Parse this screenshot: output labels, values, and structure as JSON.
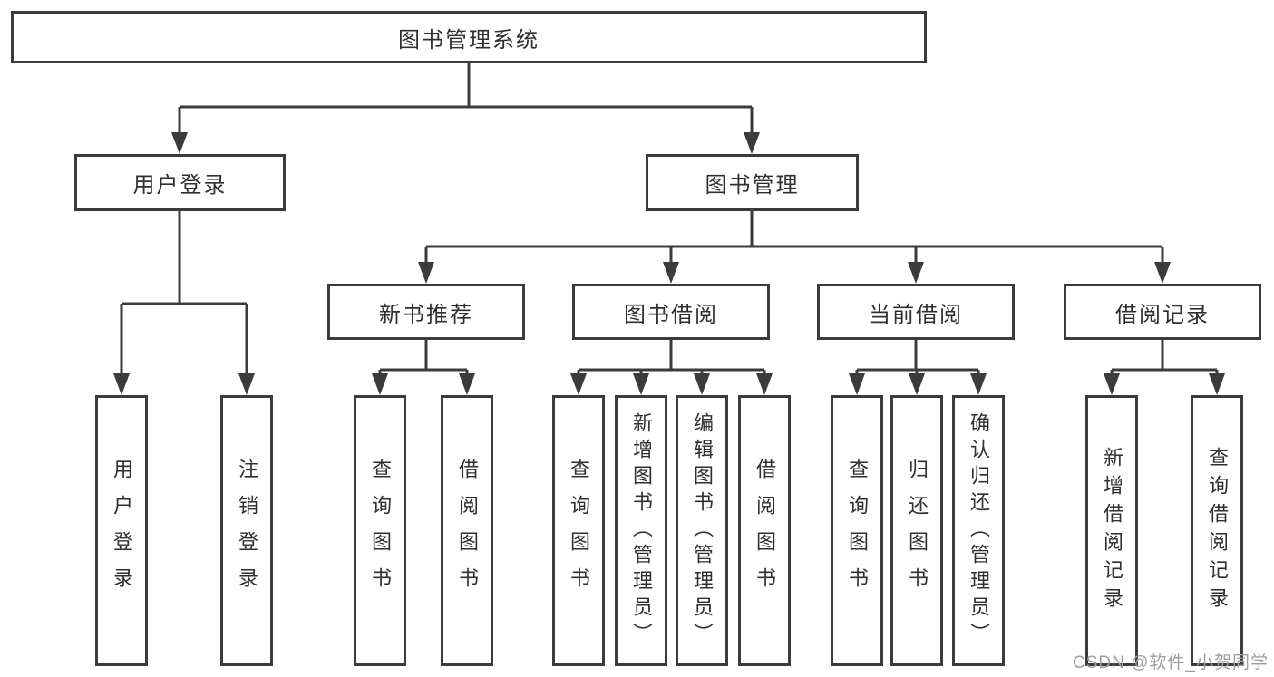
{
  "nodes": {
    "root": "图书管理系统",
    "login": "用户登录",
    "manage": "图书管理",
    "l3": [
      "新书推荐",
      "图书借阅",
      "当前借阅",
      "借阅记录"
    ],
    "login_children": [
      "用户登录",
      "注销登录"
    ],
    "new_book_children": [
      "查询图书",
      "借阅图书"
    ],
    "borrow_children": [
      "查询图书",
      "新增图书（管理员）",
      "编辑图书（管理员）",
      "借阅图书"
    ],
    "current_children": [
      "查询图书",
      "归还图书",
      "确认归还（管理员）"
    ],
    "record_children": [
      "新增借阅记录",
      "查询借阅记录"
    ]
  },
  "watermark": {
    "text": "CSDN @软件_小贺同学"
  },
  "colors": {
    "line": "#3b3b3b",
    "box_border": "#3b3b3b",
    "text": "#2f2f2f",
    "watermark": "#9e9e9e",
    "background": "#ffffff"
  }
}
